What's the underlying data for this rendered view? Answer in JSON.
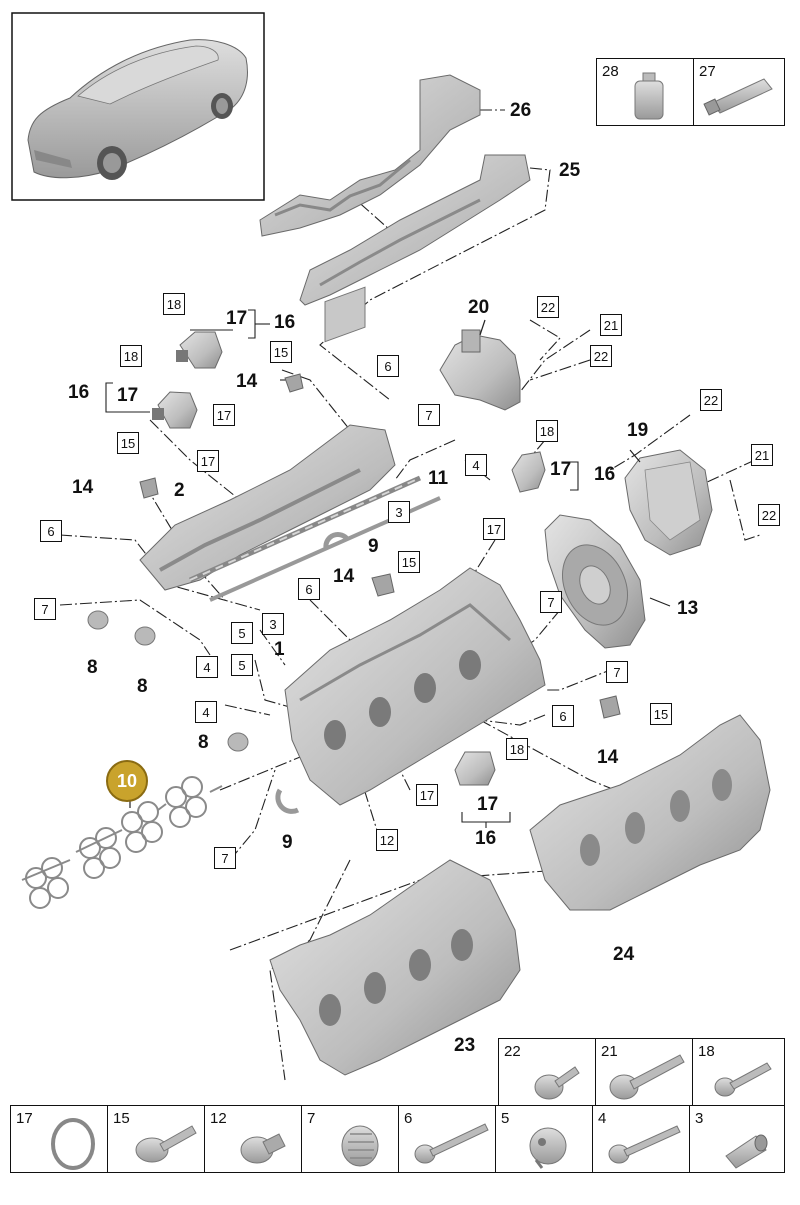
{
  "callouts": {
    "c26": "26",
    "c25": "25",
    "c17a": "17",
    "c16a": "16",
    "c20": "20",
    "c14a": "14",
    "c16b": "16",
    "c17b": "17",
    "c19": "19",
    "c14b": "14",
    "c2": "2",
    "c11": "11",
    "c17c": "17",
    "c16c": "16",
    "c9a": "9",
    "c14c": "14",
    "c13": "13",
    "c8a": "8",
    "c8b": "8",
    "c1": "1",
    "c8c": "8",
    "c14d": "14",
    "c9b": "9",
    "c17d": "17",
    "c16d": "16",
    "c24": "24",
    "c23": "23"
  },
  "highlight": {
    "c10": "10"
  },
  "boxes": {
    "b22a": "22",
    "b21a": "21",
    "b22b": "22",
    "b18a": "18",
    "b15a": "15",
    "b18b": "18",
    "b6a": "6",
    "b7a": "7",
    "b17a": "17",
    "b22c": "22",
    "b15b": "15",
    "b4a": "4",
    "b18c": "18",
    "b17b": "17",
    "b21b": "21",
    "b3a": "3",
    "b6b": "6",
    "b17c": "17",
    "b22d": "22",
    "b15c": "15",
    "b7b": "7",
    "b6c": "6",
    "b5a": "5",
    "b3b": "3",
    "b4b": "4",
    "b5b": "5",
    "b7c": "7",
    "b15d": "15",
    "b4c": "4",
    "b6d": "6",
    "b18d": "18",
    "b17d": "17",
    "b12": "12",
    "b7d": "7",
    "b7e": "7"
  },
  "legend_top": [
    {
      "num": "28",
      "icon": "bottle-icon"
    },
    {
      "num": "27",
      "icon": "tube-icon"
    }
  ],
  "legend_right": [
    {
      "num": "22",
      "icon": "short-bolt-icon"
    },
    {
      "num": "21",
      "icon": "long-bolt-icon"
    },
    {
      "num": "18",
      "icon": "small-bolt-icon"
    }
  ],
  "legend_bottom": [
    {
      "num": "17",
      "icon": "o-ring-icon"
    },
    {
      "num": "15",
      "icon": "flange-bolt-icon"
    },
    {
      "num": "12",
      "icon": "plug-icon"
    },
    {
      "num": "7",
      "icon": "seal-icon"
    },
    {
      "num": "6",
      "icon": "bolt-icon"
    },
    {
      "num": "5",
      "icon": "plug-housing-icon"
    },
    {
      "num": "4",
      "icon": "bolt-icon"
    },
    {
      "num": "3",
      "icon": "sleeve-icon"
    }
  ],
  "colors": {
    "part_fill": "#c8c8c8",
    "part_dark": "#8e8e8e",
    "highlight": "#c9a32c"
  }
}
